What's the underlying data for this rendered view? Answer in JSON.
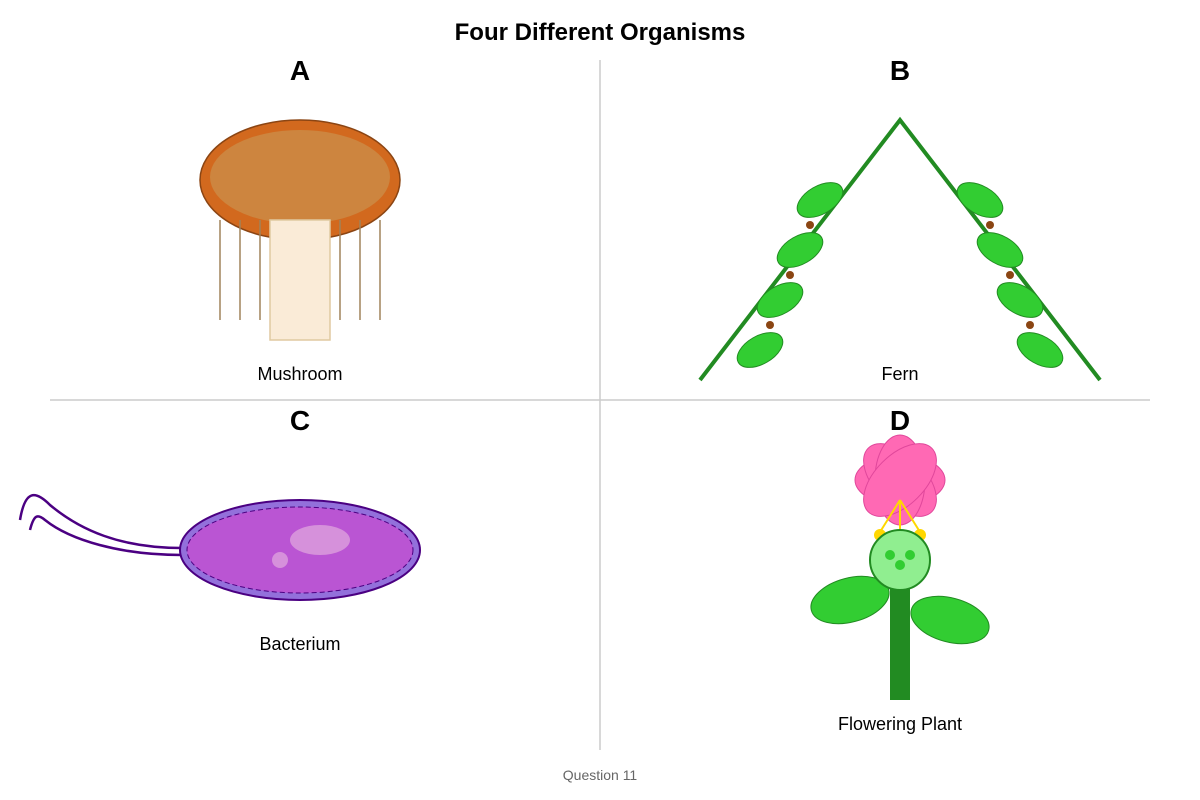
{
  "title": "Four Different Organisms",
  "panels": [
    {
      "letter": "A",
      "name": "Mushroom"
    },
    {
      "letter": "B",
      "name": "Fern"
    },
    {
      "letter": "C",
      "name": "Bacterium"
    },
    {
      "letter": "D",
      "name": "Flowering Plant"
    }
  ],
  "footer": "Question 11",
  "colors": {
    "mushroom_cap_outer": "#D2691E",
    "mushroom_cap_inner": "#CD853F",
    "mushroom_stem": "#FAEBD7",
    "mushroom_gills": "#A0825A",
    "fern_stem": "#228B22",
    "fern_leaf": "#32CD32",
    "fern_spore": "#8B4513",
    "bacterium_wall": "#4B0082",
    "bacterium_membrane": "#9370DB",
    "bacterium_cytoplasm": "#BA55D3",
    "flower_petal": "#FF69B4",
    "flower_center": "#90EE90",
    "flower_stamen": "#FFD700",
    "plant_stem": "#228B22",
    "plant_leaf": "#32CD32",
    "divider": "#cccccc"
  }
}
